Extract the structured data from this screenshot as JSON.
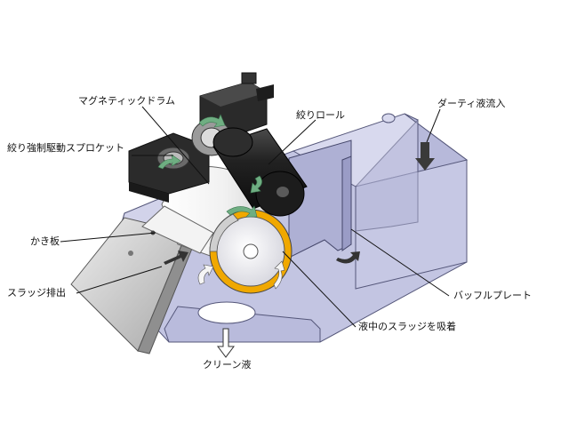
{
  "labels": {
    "magnetic_drum": "マグネティックドラム",
    "squeeze_roll": "絞りロール",
    "dirty_inflow": "ダーティ液流入",
    "drive_sprocket": "絞り強制駆動スプロケット",
    "scraper": "かき板",
    "sludge_discharge": "スラッジ排出",
    "baffle_plate": "バッフルプレート",
    "sludge_adsorb": "液中のスラッジを吸着",
    "clean_liquid": "クリーン液"
  },
  "colors": {
    "body": "#c9cbe6",
    "body_dark": "#a9abd0",
    "drum": "#f4f4f4",
    "ring": "#f0a800",
    "motor": "#2a2a2a",
    "arrow_green": "#6fae82",
    "arrow_dark": "#333333"
  }
}
